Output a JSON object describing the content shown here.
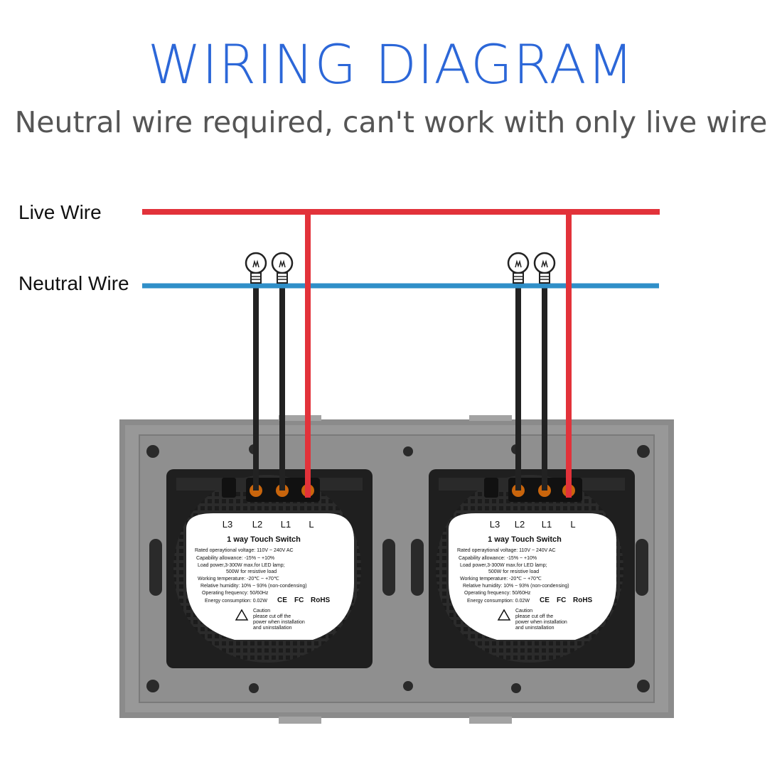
{
  "header": {
    "title": "WIRING DIAGRAM",
    "subtitle": "Neutral wire required, can't work with only live wire"
  },
  "wires": {
    "live_label": "Live Wire",
    "neutral_label": "Neutral Wire",
    "live_color": "#e2323a",
    "neutral_color": "#2f8fc8",
    "load_color": "#222222"
  },
  "switches": [
    {
      "terminals": [
        "L3",
        "L2",
        "L1",
        "L"
      ],
      "label_title": "1  way Touch  Switch",
      "spec_lines": [
        "Rated operaytional voltage: 110V ~ 240V AC",
        "Capability allowance: -15%  ~ +10%",
        "Load power,3-300W max.for LED lamp;",
        "500W for resistive load",
        "Working temperature: -20℃ ~ +70℃",
        "Relative humidity: 10% ~ 93% (non-condensing)",
        "Operating frequency: 50/60Hz",
        "Energy consumption: 0.02W"
      ],
      "cert_marks": [
        "CE",
        "FC",
        "RoHS"
      ],
      "caution": [
        "Caution",
        "please cut off the",
        "power when installation",
        "and uninstallation"
      ]
    },
    {
      "terminals": [
        "L3",
        "L2",
        "L1",
        "L"
      ],
      "label_title": "1  way Touch  Switch",
      "spec_lines": [
        "Rated operaytional voltage: 110V ~ 240V AC",
        "Capability allowance: -15%  ~ +10%",
        "Load power,3-300W max.for LED lamp;",
        "500W for resistive load",
        "Working temperature: -20℃ ~ +70℃",
        "Relative humidity: 10% ~ 93% (non-condensing)",
        "Operating frequency: 50/60Hz",
        "Energy consumption: 0.02W"
      ],
      "cert_marks": [
        "CE",
        "FC",
        "RoHS"
      ],
      "caution": [
        "Caution",
        "please cut off the",
        "power when installation",
        "and uninstallation"
      ]
    }
  ]
}
